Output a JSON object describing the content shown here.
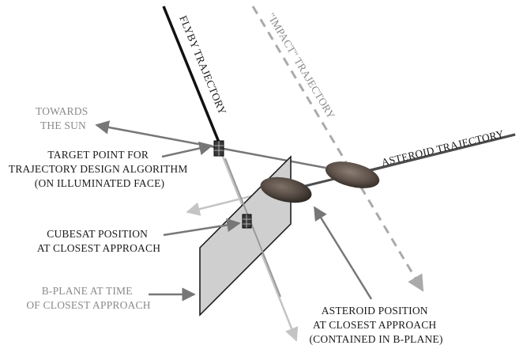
{
  "labels": {
    "flyby_trajectory": "FLYBY TRAJECTORY",
    "impact_trajectory": "\"IMPACT\" TRAJECTORY",
    "asteroid_trajectory": "ASTEROID TRAJECTORY",
    "towards_sun": [
      "TOWARDS",
      "THE SUN"
    ],
    "target_point": [
      "TARGET POINT FOR",
      "TRAJECTORY DESIGN ALGORITHM",
      "(ON ILLUMINATED FACE)"
    ],
    "cubesat_position": [
      "CUBESAT POSITION",
      "AT CLOSEST APPROACH"
    ],
    "b_plane": [
      "B-PLANE AT TIME",
      "OF CLOSEST APPROACH"
    ],
    "asteroid_position": [
      "ASTEROID POSITION",
      "AT CLOSEST APPROACH",
      "(CONTAINED IN B-PLANE)"
    ]
  },
  "colors": {
    "flyby": "#111111",
    "impact": "#aaaaaa",
    "asteroid_track": "#4d4d4d",
    "sun_arrow": "#777777",
    "b_plane_fill": "#cfcfcf",
    "callout_arrow": "#777777",
    "asteroid_body": "#6b5e55"
  }
}
